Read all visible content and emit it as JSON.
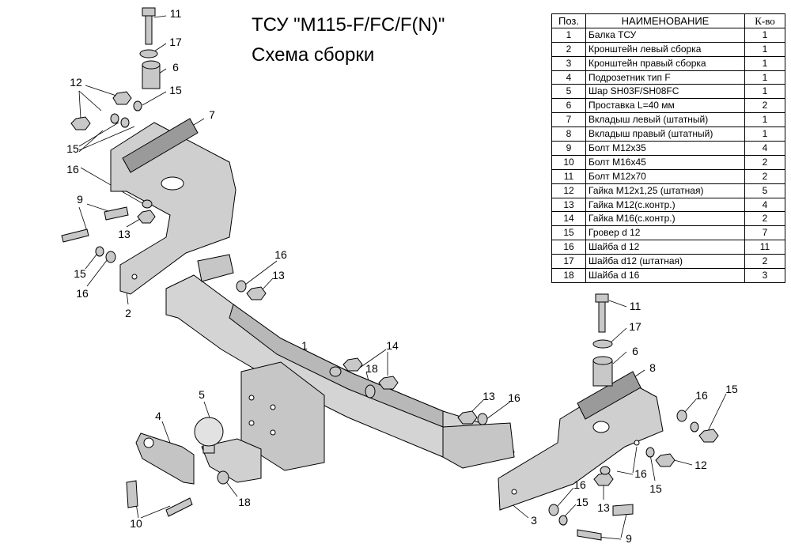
{
  "title_line1": "ТСУ \"M115-F/FC/F(N)\"",
  "title_line2": "Схема сборки",
  "table": {
    "headers": [
      "Поз.",
      "НАИМЕНОВАНИЕ",
      "К-во"
    ],
    "rows": [
      [
        "1",
        "Балка ТСУ",
        "1"
      ],
      [
        "2",
        "Кронштейн левый сборка",
        "1"
      ],
      [
        "3",
        "Кронштейн правый сборка",
        "1"
      ],
      [
        "4",
        "Подрозетник тип F",
        "1"
      ],
      [
        "5",
        "Шар SH03F/SH08FC",
        "1"
      ],
      [
        "6",
        "Проставка L=40 мм",
        "2"
      ],
      [
        "7",
        "Вкладыш левый (штатный)",
        "1"
      ],
      [
        "8",
        "Вкладыш правый (штатный)",
        "1"
      ],
      [
        "9",
        "Болт М12х35",
        "4"
      ],
      [
        "10",
        "Болт М16х45",
        "2"
      ],
      [
        "11",
        "Болт М12х70",
        "2"
      ],
      [
        "12",
        "Гайка М12х1,25 (штатная)",
        "5"
      ],
      [
        "13",
        "Гайка М12(с.контр.)",
        "4"
      ],
      [
        "14",
        "Гайка  М16(с.контр.)",
        "2"
      ],
      [
        "15",
        "Гровер d 12",
        "7"
      ],
      [
        "16",
        "Шайба d 12",
        "11"
      ],
      [
        "17",
        "Шайба d12 (штатная)",
        "2"
      ],
      [
        "18",
        "Шайба d 16",
        "3"
      ]
    ]
  },
  "callouts": [
    "11",
    "17",
    "6",
    "15",
    "12",
    "15",
    "16",
    "7",
    "9",
    "13",
    "15",
    "16",
    "2",
    "16",
    "13",
    "1",
    "14",
    "18",
    "5",
    "4",
    "13",
    "16",
    "10",
    "18",
    "11",
    "17",
    "6",
    "8",
    "16",
    "15",
    "12",
    "16",
    "15",
    "16",
    "15",
    "13",
    "3",
    "9"
  ]
}
